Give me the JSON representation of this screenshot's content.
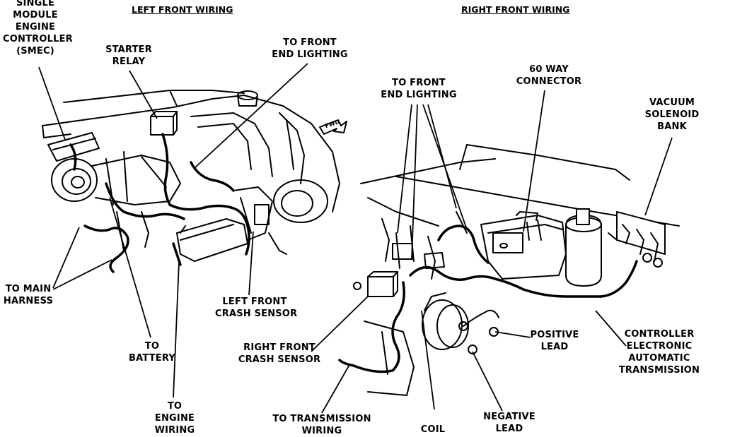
{
  "titles": {
    "left": "LEFT FRONT WIRING",
    "right": "RIGHT FRONT WIRING"
  },
  "labels": {
    "smec": [
      "SINGLE",
      "MODULE",
      "ENGINE",
      "CONTROLLER",
      "(SMEC)"
    ],
    "starter_relay": [
      "STARTER",
      "RELAY"
    ],
    "to_front_end_lighting_left": [
      "TO FRONT",
      "END LIGHTING"
    ],
    "to_main_harness": [
      "TO MAIN",
      "HARNESS"
    ],
    "to_battery": [
      "TO",
      "BATTERY"
    ],
    "to_engine_wiring": [
      "TO",
      "ENGINE",
      "WIRING"
    ],
    "left_front_crash_sensor": [
      "LEFT FRONT",
      "CRASH SENSOR"
    ],
    "to_front_end_lighting_right": [
      "TO FRONT",
      "END LIGHTING"
    ],
    "sixty_way_connector": [
      "60 WAY",
      "CONNECTOR"
    ],
    "vacuum_solenoid_bank": [
      "VACUUM",
      "SOLENOID",
      "BANK"
    ],
    "right_front_crash_sensor": [
      "RIGHT FRONT",
      "CRASH SENSOR"
    ],
    "positive_lead": [
      "POSITIVE",
      "LEAD"
    ],
    "controller_electronic_automatic_transmission": [
      "CONTROLLER",
      "ELECTRONIC",
      "AUTOMATIC",
      "TRANSMISSION"
    ],
    "to_transmission_wiring": [
      "TO TRANSMISSION",
      "WIRING"
    ],
    "coil": [
      "COIL"
    ],
    "negative_lead": [
      "NEGATIVE",
      "LEAD"
    ],
    "fwd_arrow": "FWD"
  }
}
